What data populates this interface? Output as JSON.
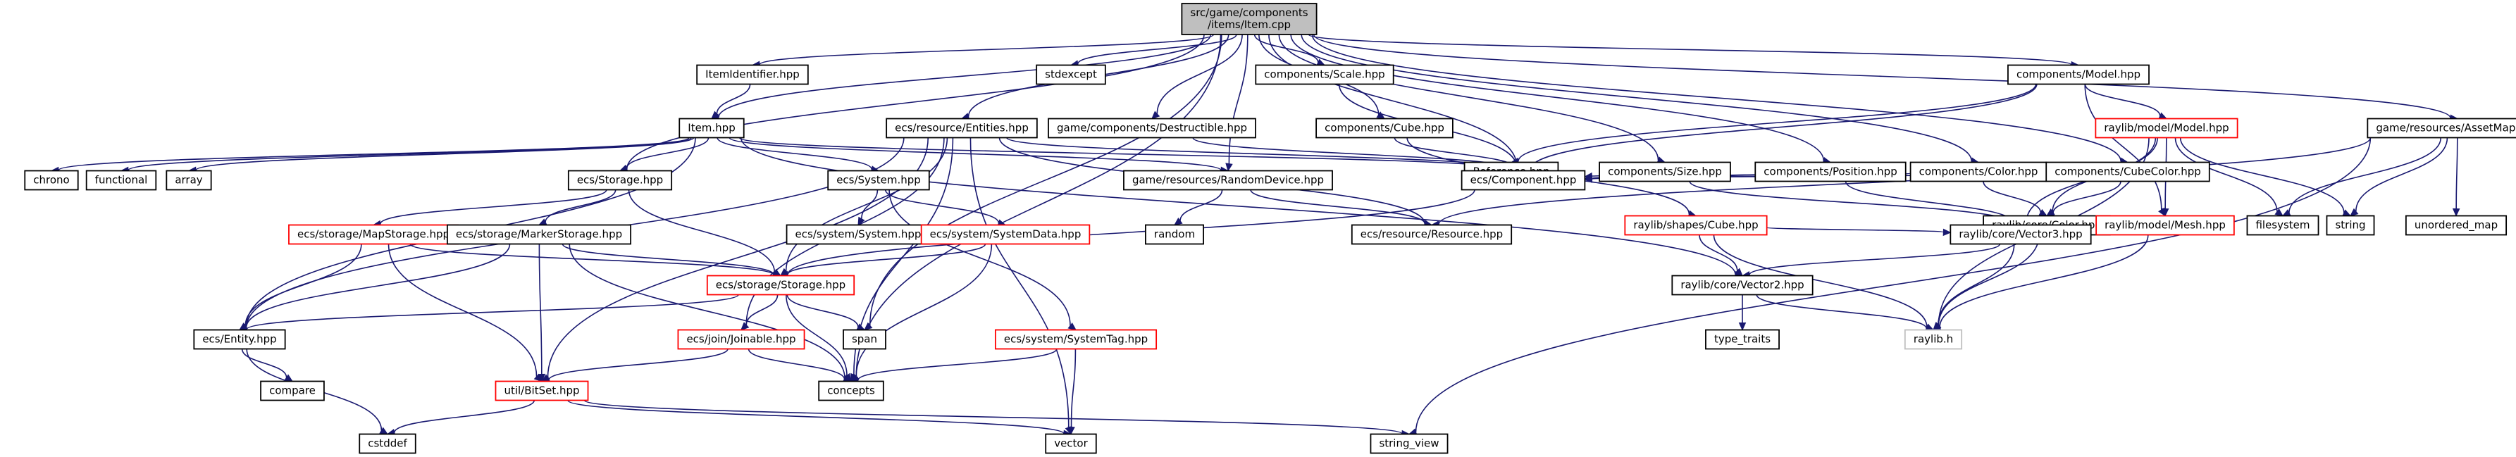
{
  "colors": {
    "edge": "#191970",
    "node_fill": "#ffffff",
    "node_border": "#000000",
    "node_border_incomplete": "#ff0000",
    "node_border_external": "#bfbfbf",
    "root_fill": "#bfbfbf"
  },
  "nodes": [
    {
      "id": "root",
      "lines": [
        "src/game/components",
        "/items/Item.cpp"
      ],
      "kind": "root"
    },
    {
      "id": "itemidentifier",
      "lines": [
        "ItemIdentifier.hpp"
      ],
      "kind": "normal"
    },
    {
      "id": "stdexcept",
      "lines": [
        "stdexcept"
      ],
      "kind": "normal"
    },
    {
      "id": "cscale",
      "lines": [
        "components/Scale.hpp"
      ],
      "kind": "normal"
    },
    {
      "id": "cmodel",
      "lines": [
        "components/Model.hpp"
      ],
      "kind": "normal"
    },
    {
      "id": "item",
      "lines": [
        "Item.hpp"
      ],
      "kind": "normal"
    },
    {
      "id": "entities",
      "lines": [
        "ecs/resource/Entities.hpp"
      ],
      "kind": "normal"
    },
    {
      "id": "destructible",
      "lines": [
        "game/components/Destructible.hpp"
      ],
      "kind": "normal"
    },
    {
      "id": "ccube",
      "lines": [
        "components/Cube.hpp"
      ],
      "kind": "normal"
    },
    {
      "id": "reference",
      "lines": [
        "Reference.hpp"
      ],
      "kind": "normal"
    },
    {
      "id": "csize",
      "lines": [
        "components/Size.hpp"
      ],
      "kind": "normal"
    },
    {
      "id": "cposition",
      "lines": [
        "components/Position.hpp"
      ],
      "kind": "normal"
    },
    {
      "id": "ccolor",
      "lines": [
        "components/Color.hpp"
      ],
      "kind": "normal"
    },
    {
      "id": "ccubecolor",
      "lines": [
        "components/CubeColor.hpp"
      ],
      "kind": "normal"
    },
    {
      "id": "rlmodel",
      "lines": [
        "raylib/model/Model.hpp"
      ],
      "kind": "incomplete"
    },
    {
      "id": "assetmap",
      "lines": [
        "game/resources/AssetMap.hpp"
      ],
      "kind": "normal"
    },
    {
      "id": "chrono",
      "lines": [
        "chrono"
      ],
      "kind": "normal"
    },
    {
      "id": "functional",
      "lines": [
        "functional"
      ],
      "kind": "normal"
    },
    {
      "id": "array",
      "lines": [
        "array"
      ],
      "kind": "normal"
    },
    {
      "id": "ecsstorage",
      "lines": [
        "ecs/Storage.hpp"
      ],
      "kind": "normal"
    },
    {
      "id": "ecssystem",
      "lines": [
        "ecs/System.hpp"
      ],
      "kind": "normal"
    },
    {
      "id": "randomdevice",
      "lines": [
        "game/resources/RandomDevice.hpp"
      ],
      "kind": "normal"
    },
    {
      "id": "ecscomponent",
      "lines": [
        "ecs/Component.hpp"
      ],
      "kind": "normal"
    },
    {
      "id": "rlcube",
      "lines": [
        "raylib/shapes/Cube.hpp"
      ],
      "kind": "incomplete"
    },
    {
      "id": "rlcolor",
      "lines": [
        "raylib/core/Color.hpp"
      ],
      "kind": "normal"
    },
    {
      "id": "rlmesh",
      "lines": [
        "raylib/model/Mesh.hpp"
      ],
      "kind": "incomplete"
    },
    {
      "id": "filesystem",
      "lines": [
        "filesystem"
      ],
      "kind": "normal"
    },
    {
      "id": "string",
      "lines": [
        "string"
      ],
      "kind": "normal"
    },
    {
      "id": "unordered_map",
      "lines": [
        "unordered_map"
      ],
      "kind": "normal"
    },
    {
      "id": "mapstorage",
      "lines": [
        "ecs/storage/MapStorage.hpp"
      ],
      "kind": "incomplete"
    },
    {
      "id": "markerstorage",
      "lines": [
        "ecs/storage/MarkerStorage.hpp"
      ],
      "kind": "normal"
    },
    {
      "id": "syssystem",
      "lines": [
        "ecs/system/System.hpp"
      ],
      "kind": "normal"
    },
    {
      "id": "systemdata",
      "lines": [
        "ecs/system/SystemData.hpp"
      ],
      "kind": "incomplete"
    },
    {
      "id": "random",
      "lines": [
        "random"
      ],
      "kind": "normal"
    },
    {
      "id": "resource",
      "lines": [
        "ecs/resource/Resource.hpp"
      ],
      "kind": "normal"
    },
    {
      "id": "vector3",
      "lines": [
        "raylib/core/Vector3.hpp"
      ],
      "kind": "normal"
    },
    {
      "id": "storagestorage",
      "lines": [
        "ecs/storage/Storage.hpp"
      ],
      "kind": "incomplete"
    },
    {
      "id": "vector2",
      "lines": [
        "raylib/core/Vector2.hpp"
      ],
      "kind": "normal"
    },
    {
      "id": "ecsentity",
      "lines": [
        "ecs/Entity.hpp"
      ],
      "kind": "normal"
    },
    {
      "id": "span",
      "lines": [
        "span"
      ],
      "kind": "normal"
    },
    {
      "id": "joinable",
      "lines": [
        "ecs/join/Joinable.hpp"
      ],
      "kind": "incomplete"
    },
    {
      "id": "systemtag",
      "lines": [
        "ecs/system/SystemTag.hpp"
      ],
      "kind": "incomplete"
    },
    {
      "id": "type_traits",
      "lines": [
        "type_traits"
      ],
      "kind": "normal"
    },
    {
      "id": "raylibh",
      "lines": [
        "raylib.h"
      ],
      "kind": "external"
    },
    {
      "id": "compare",
      "lines": [
        "compare"
      ],
      "kind": "normal"
    },
    {
      "id": "concepts",
      "lines": [
        "concepts"
      ],
      "kind": "normal"
    },
    {
      "id": "bitset",
      "lines": [
        "util/BitSet.hpp"
      ],
      "kind": "incomplete"
    },
    {
      "id": "cstddef",
      "lines": [
        "cstddef"
      ],
      "kind": "normal"
    },
    {
      "id": "vector",
      "lines": [
        "vector"
      ],
      "kind": "normal"
    },
    {
      "id": "string_view",
      "lines": [
        "string_view"
      ],
      "kind": "normal"
    }
  ],
  "edges": [
    [
      "root",
      "itemidentifier"
    ],
    [
      "root",
      "stdexcept"
    ],
    [
      "root",
      "cscale"
    ],
    [
      "root",
      "cmodel"
    ],
    [
      "root",
      "item"
    ],
    [
      "root",
      "entities"
    ],
    [
      "root",
      "destructible"
    ],
    [
      "root",
      "ccube"
    ],
    [
      "root",
      "csize"
    ],
    [
      "root",
      "cposition"
    ],
    [
      "root",
      "ccolor"
    ],
    [
      "root",
      "ccubecolor"
    ],
    [
      "root",
      "assetmap"
    ],
    [
      "root",
      "ecsstorage"
    ],
    [
      "root",
      "randomdevice"
    ],
    [
      "root",
      "ecscomponent"
    ],
    [
      "root",
      "span"
    ],
    [
      "root",
      "concepts"
    ],
    [
      "itemidentifier",
      "item"
    ],
    [
      "item",
      "chrono"
    ],
    [
      "item",
      "functional"
    ],
    [
      "item",
      "array"
    ],
    [
      "item",
      "ecsstorage"
    ],
    [
      "item",
      "ecssystem"
    ],
    [
      "item",
      "randomdevice"
    ],
    [
      "item",
      "ecscomponent"
    ],
    [
      "item",
      "ecsentity"
    ],
    [
      "item",
      "vector2"
    ],
    [
      "cscale",
      "ecscomponent"
    ],
    [
      "cmodel",
      "reference"
    ],
    [
      "cmodel",
      "rlmodel"
    ],
    [
      "cmodel",
      "ecscomponent"
    ],
    [
      "cmodel",
      "rlmesh"
    ],
    [
      "entities",
      "storagestorage"
    ],
    [
      "entities",
      "ecsentity"
    ],
    [
      "entities",
      "joinable"
    ],
    [
      "entities",
      "bitset"
    ],
    [
      "entities",
      "concepts"
    ],
    [
      "entities",
      "vector"
    ],
    [
      "entities",
      "ecscomponent"
    ],
    [
      "entities",
      "resource"
    ],
    [
      "destructible",
      "ecscomponent"
    ],
    [
      "ccube",
      "ecscomponent"
    ],
    [
      "ccube",
      "rlcube"
    ],
    [
      "reference",
      "ecscomponent"
    ],
    [
      "csize",
      "ecscomponent"
    ],
    [
      "csize",
      "vector3"
    ],
    [
      "cposition",
      "ecscomponent"
    ],
    [
      "cposition",
      "vector3"
    ],
    [
      "ccolor",
      "ecscomponent"
    ],
    [
      "ccolor",
      "rlcolor"
    ],
    [
      "ccubecolor",
      "ecscomponent"
    ],
    [
      "ccubecolor",
      "rlcolor"
    ],
    [
      "rlmodel",
      "rlcolor"
    ],
    [
      "rlmodel",
      "rlmesh"
    ],
    [
      "rlmodel",
      "filesystem"
    ],
    [
      "rlmodel",
      "string"
    ],
    [
      "rlmodel",
      "raylibh"
    ],
    [
      "rlmodel",
      "vector3"
    ],
    [
      "assetmap",
      "filesystem"
    ],
    [
      "assetmap",
      "string"
    ],
    [
      "assetmap",
      "unordered_map"
    ],
    [
      "assetmap",
      "string_view"
    ],
    [
      "assetmap",
      "resource"
    ],
    [
      "ecsstorage",
      "mapstorage"
    ],
    [
      "ecsstorage",
      "markerstorage"
    ],
    [
      "ecsstorage",
      "storagestorage"
    ],
    [
      "ecssystem",
      "syssystem"
    ],
    [
      "ecssystem",
      "systemdata"
    ],
    [
      "ecssystem",
      "systemtag"
    ],
    [
      "randomdevice",
      "random"
    ],
    [
      "randomdevice",
      "resource"
    ],
    [
      "ecscomponent",
      "storagestorage"
    ],
    [
      "rlcube",
      "vector3"
    ],
    [
      "rlcube",
      "vector2"
    ],
    [
      "rlcube",
      "raylibh"
    ],
    [
      "rlcolor",
      "raylibh"
    ],
    [
      "rlmesh",
      "vector3"
    ],
    [
      "rlmesh",
      "raylibh"
    ],
    [
      "mapstorage",
      "storagestorage"
    ],
    [
      "mapstorage",
      "ecsentity"
    ],
    [
      "mapstorage",
      "bitset"
    ],
    [
      "markerstorage",
      "storagestorage"
    ],
    [
      "markerstorage",
      "ecsentity"
    ],
    [
      "markerstorage",
      "bitset"
    ],
    [
      "markerstorage",
      "concepts"
    ],
    [
      "systemdata",
      "storagestorage"
    ],
    [
      "systemdata",
      "concepts"
    ],
    [
      "vector3",
      "vector2"
    ],
    [
      "vector3",
      "raylibh"
    ],
    [
      "storagestorage",
      "ecsentity"
    ],
    [
      "storagestorage",
      "span"
    ],
    [
      "storagestorage",
      "joinable"
    ],
    [
      "storagestorage",
      "concepts"
    ],
    [
      "vector2",
      "type_traits"
    ],
    [
      "vector2",
      "raylibh"
    ],
    [
      "ecsentity",
      "compare"
    ],
    [
      "ecsentity",
      "cstddef"
    ],
    [
      "joinable",
      "bitset"
    ],
    [
      "joinable",
      "concepts"
    ],
    [
      "systemtag",
      "concepts"
    ],
    [
      "systemtag",
      "vector"
    ],
    [
      "bitset",
      "cstddef"
    ],
    [
      "bitset",
      "vector"
    ],
    [
      "bitset",
      "string_view"
    ]
  ]
}
